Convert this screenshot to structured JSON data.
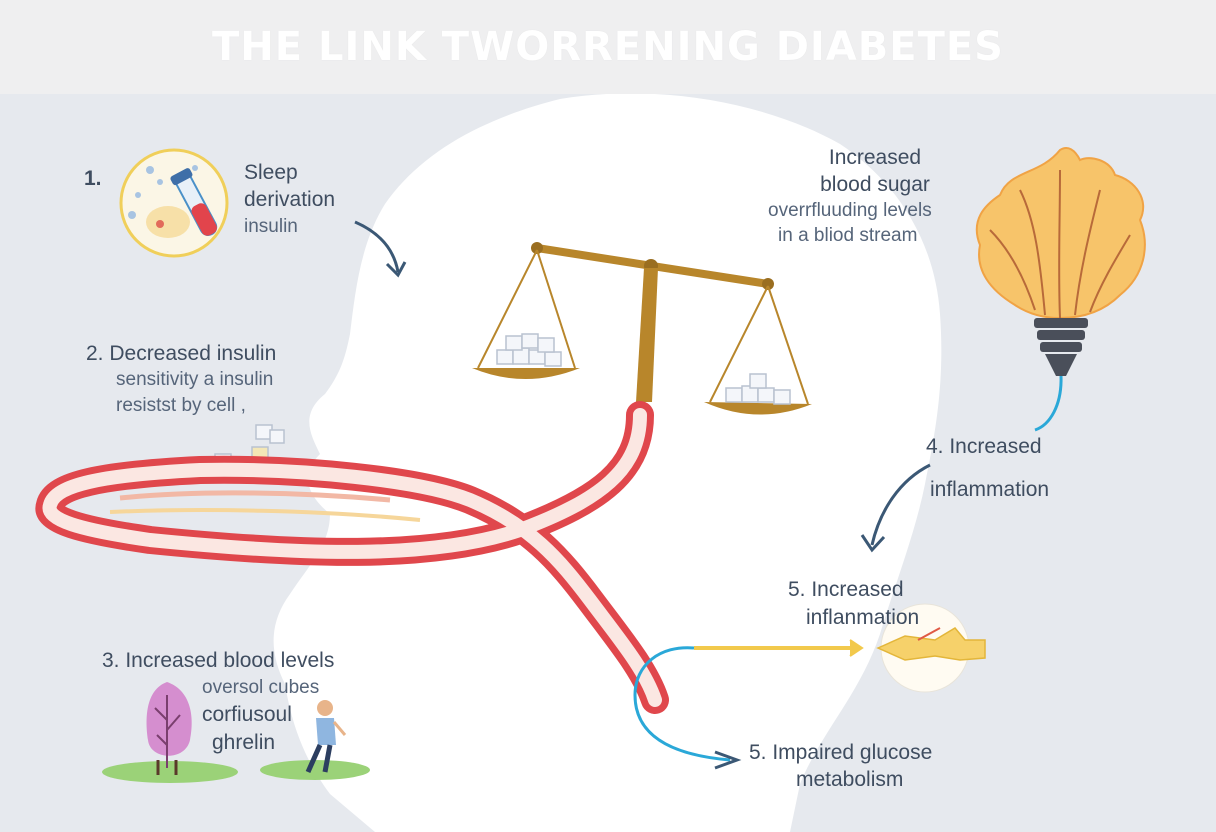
{
  "title": "THE LINK TWORRENING DIABETES",
  "colors": {
    "background": "#e6e9ee",
    "silhouette": "#ffffff",
    "vessel": "#e0474c",
    "scale": "#b8862b",
    "flame": "#f3b04e",
    "arrow": "#3b5875",
    "cyan_line": "#2aa8d8",
    "yellow_line": "#f2c94c"
  },
  "step1": {
    "number": "1.",
    "line1": "Sleep",
    "line2": "derivation",
    "line3": "insulin"
  },
  "step2": {
    "line1": "2. Decreased insulin",
    "line2": "sensitivity a insulin",
    "line3": "resistst by cell ,"
  },
  "step3": {
    "line1": "3. Increased blood levels",
    "line2": "oversol cubes",
    "line3": "corfiusoul",
    "line4": "ghrelin"
  },
  "blood_sugar": {
    "line1": "Increased",
    "line2": "blood sugar",
    "line3": "overrfluuding levels",
    "line4": "in a bliod stream"
  },
  "step4": {
    "line1": "4. Increased",
    "line2": "inflammation"
  },
  "step5a": {
    "line1": "5. Increased",
    "line2": "inflanmation"
  },
  "step5b": {
    "line1": "5. Impaired glucose",
    "line2": "metabolism"
  },
  "icons": [
    "sleep-cell-icon",
    "test-tube-icon",
    "balance-scale-icon",
    "sugar-cubes-icon",
    "blood-vessel-icon",
    "flame-bulb-icon",
    "tree-icon",
    "walking-person-icon",
    "inflammation-cell-icon"
  ]
}
